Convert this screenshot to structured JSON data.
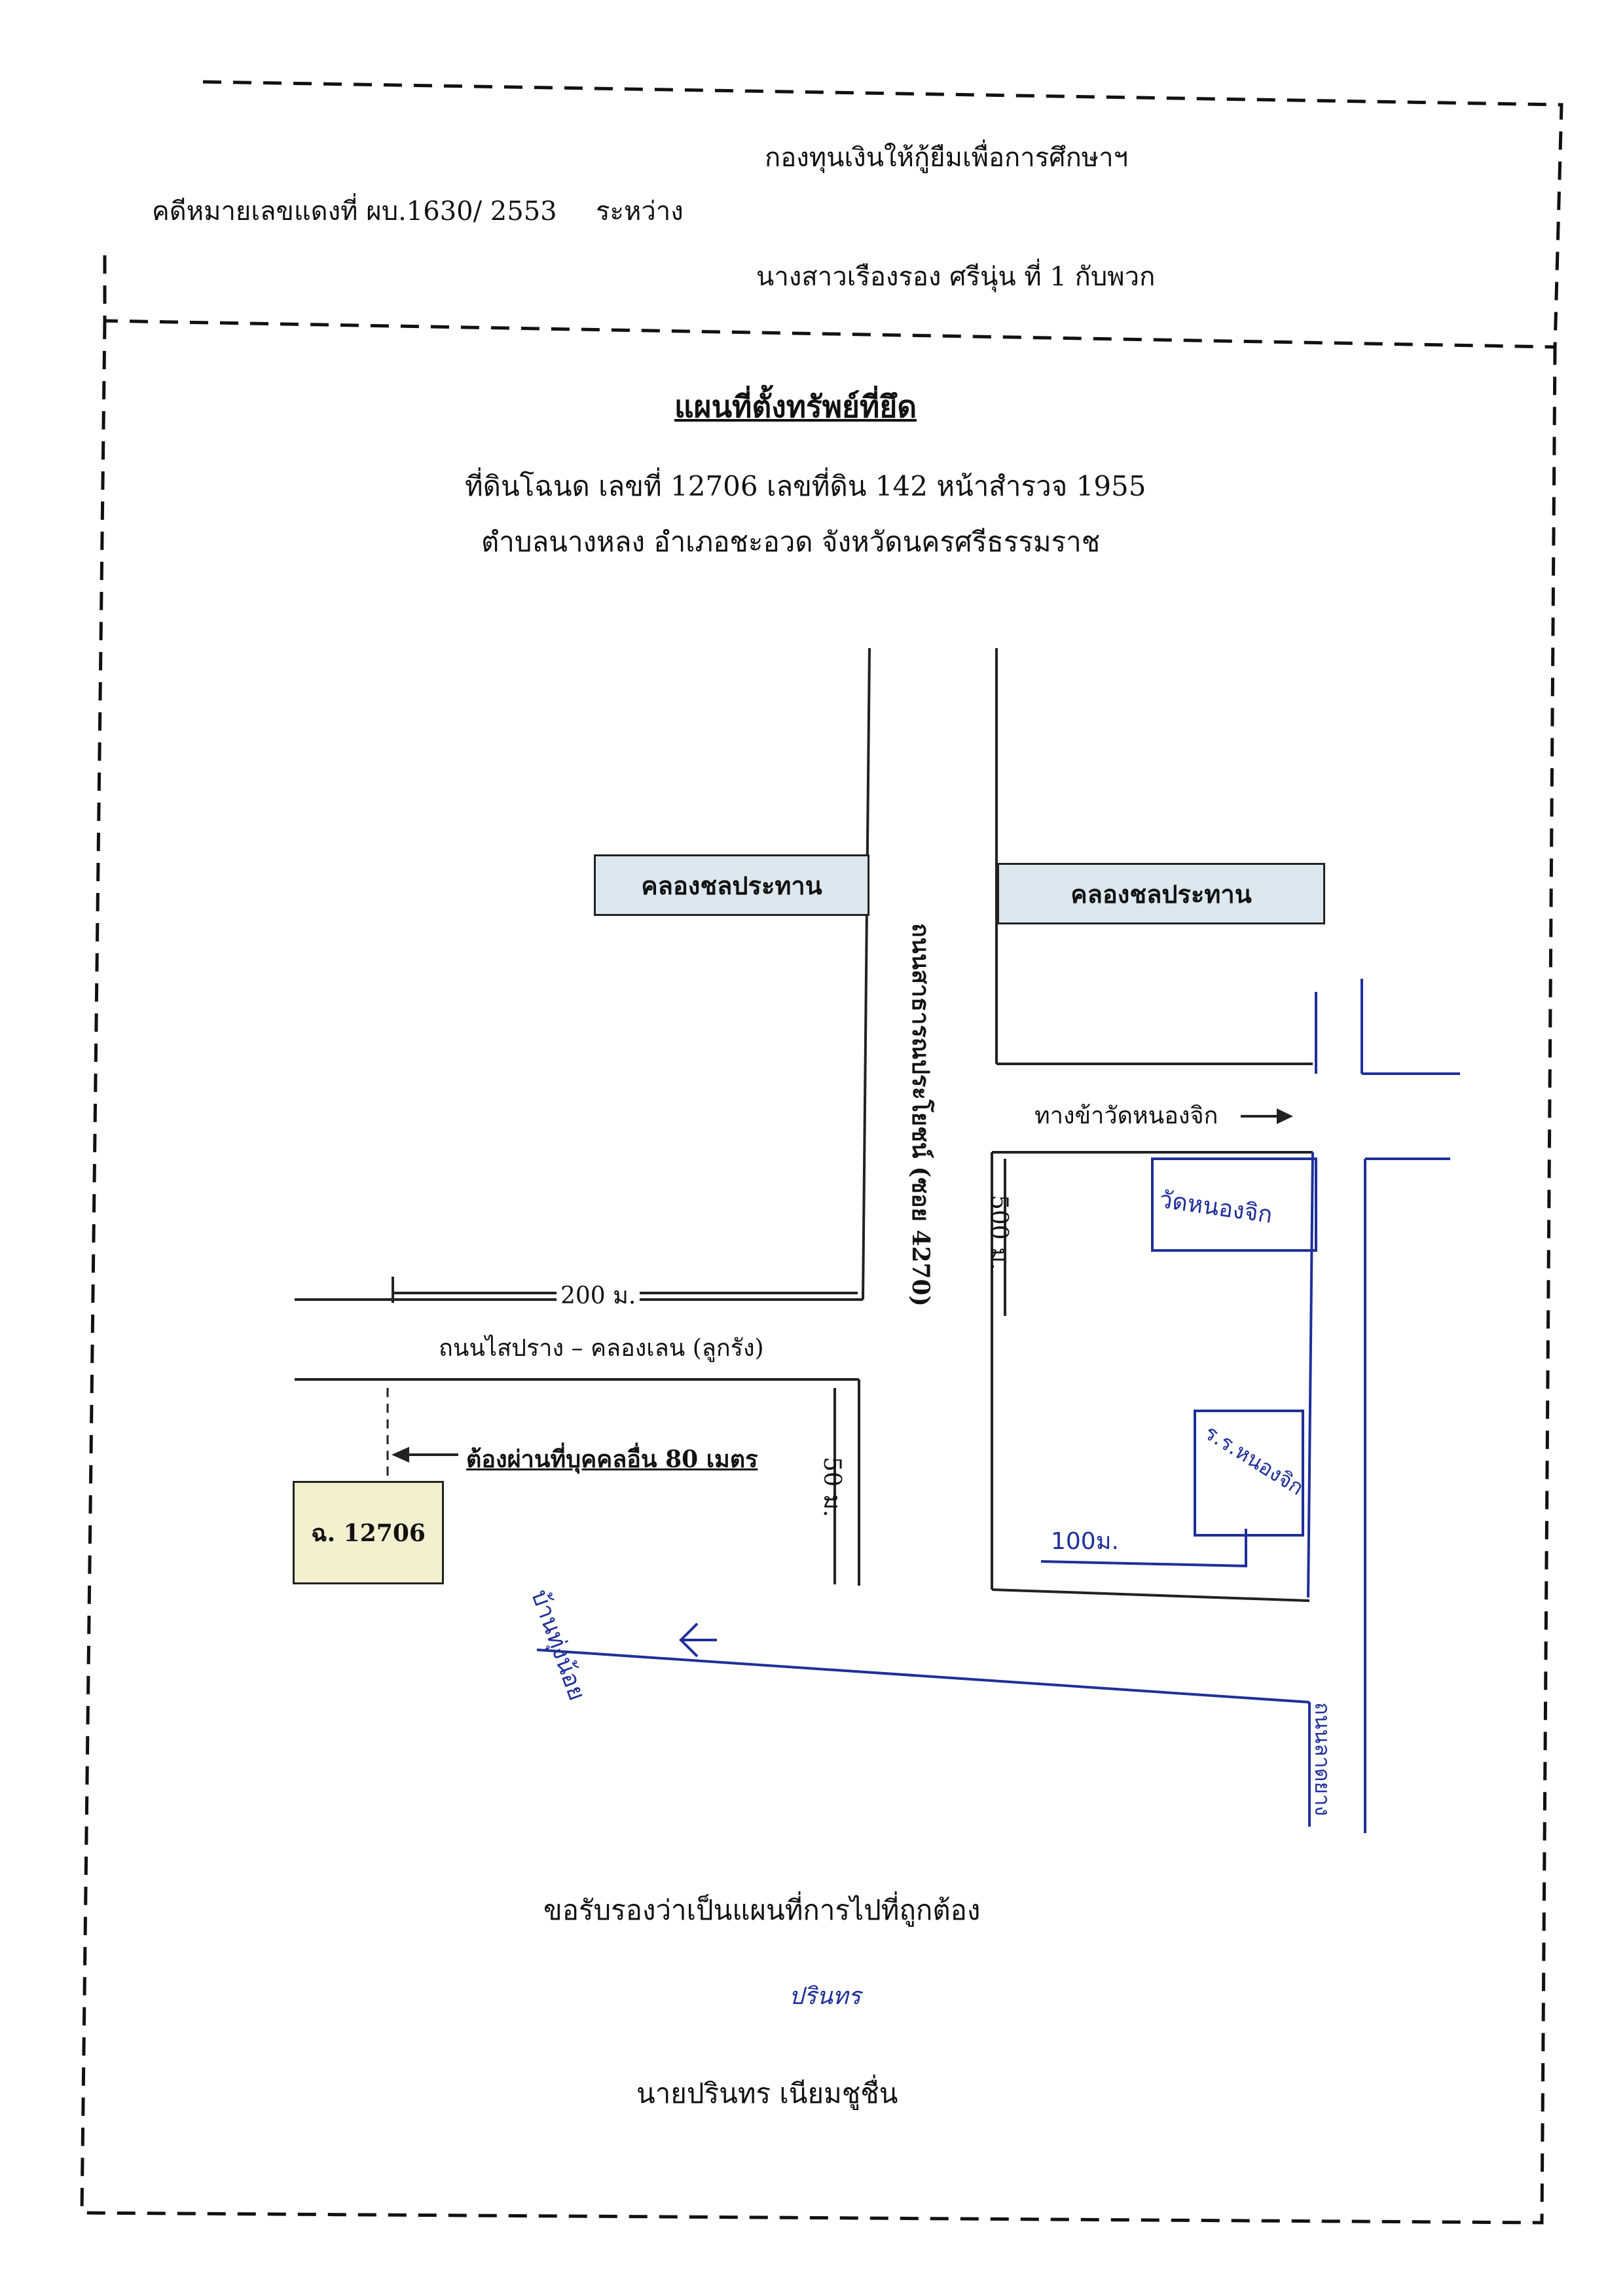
{
  "header": {
    "plaintiff": "กองทุนเงินให้กู้ยืมเพื่อการศึกษาฯ",
    "case_no": "คดีหมายเลขแดงที่ ผบ.1630/ 2553",
    "between": "ระหว่าง",
    "defendant": "นางสาวเรืองรอง  ศรีนุ่น  ที่ 1 กับพวก"
  },
  "map_title": "แผนที่ตั้งทรัพย์ที่ยึด",
  "deed_line": "ที่ดินโฉนด เลขที่  12706  เลขที่ดิน 142  หน้าสำรวจ  1955",
  "location_line": "ตำบลนางหลง  อำเภอชะอวด  จังหวัดนครศรีธรรมราช",
  "map": {
    "canal_left": "คลองชลประทาน",
    "canal_right": "คลองชลประทาน",
    "public_road": "ถนนสาธารณประโยชน์ (ซอย 4270)",
    "main_road": "ถนนไสปราง – คลองเลน (ลูกรัง)",
    "distance_top": "200  ม.",
    "distance_side": "500 ม.",
    "distance_short": "50 ม.",
    "temple_way": "ทางข้าวัดหนองจิก",
    "temple_hw": "วัดหนองจิก",
    "school_hw": "ร.ร.หนองจิก",
    "hw_100m": "100ม.",
    "village_hw": "บ้านทุ่งน้อย",
    "road_hw": "ถนนลาดยาง",
    "access_note": "ต้องผ่านที่บุคคลอื่น 80 เมตร",
    "parcel": "ฉ. 12706"
  },
  "certify": "ขอรับรองว่าเป็นแผนที่การไปที่ถูกต้อง",
  "signature": "ปรินทร",
  "signer": "นายปรินทร  เนียมชูชื่น"
}
